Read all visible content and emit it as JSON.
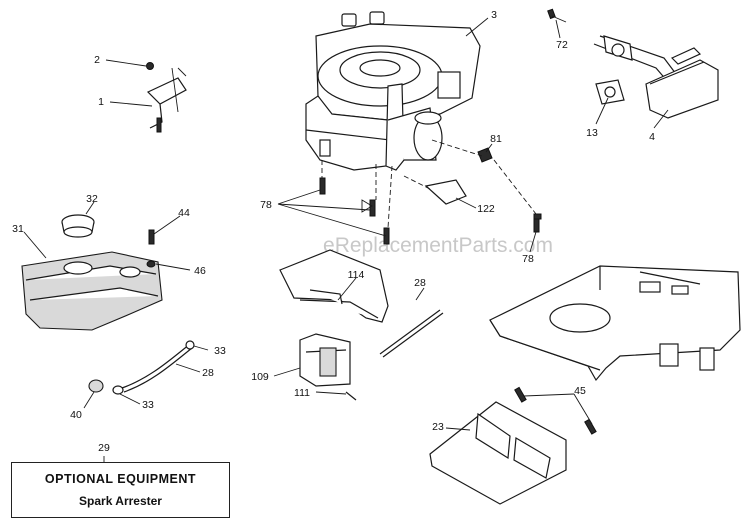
{
  "watermark": "eReplacementParts.com",
  "optional_box": {
    "number": "29",
    "title": "OPTIONAL EQUIPMENT",
    "subtitle": "Spark Arrester"
  },
  "callouts": [
    {
      "id": "c2",
      "label": "2"
    },
    {
      "id": "c1",
      "label": "1"
    },
    {
      "id": "c3",
      "label": "3"
    },
    {
      "id": "c72",
      "label": "72"
    },
    {
      "id": "c13",
      "label": "13"
    },
    {
      "id": "c4",
      "label": "4"
    },
    {
      "id": "c81",
      "label": "81"
    },
    {
      "id": "c78a",
      "label": "78"
    },
    {
      "id": "c122",
      "label": "122"
    },
    {
      "id": "c78b",
      "label": "78"
    },
    {
      "id": "c32",
      "label": "32"
    },
    {
      "id": "c31",
      "label": "31"
    },
    {
      "id": "c44",
      "label": "44"
    },
    {
      "id": "c46",
      "label": "46"
    },
    {
      "id": "c114",
      "label": "114"
    },
    {
      "id": "c28a",
      "label": "28"
    },
    {
      "id": "c33a",
      "label": "33"
    },
    {
      "id": "c28b",
      "label": "28"
    },
    {
      "id": "c109",
      "label": "109"
    },
    {
      "id": "c111",
      "label": "111"
    },
    {
      "id": "c40",
      "label": "40"
    },
    {
      "id": "c33b",
      "label": "33"
    },
    {
      "id": "c45",
      "label": "45"
    },
    {
      "id": "c23",
      "label": "23"
    }
  ]
}
